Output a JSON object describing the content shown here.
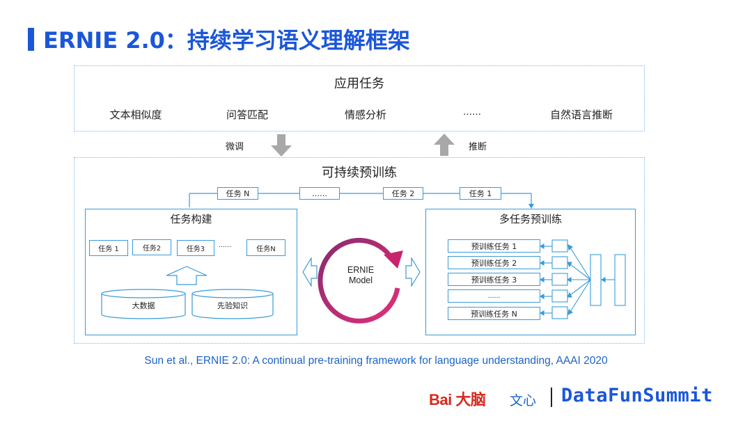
{
  "header": {
    "title": "ERNIE 2.0：持续学习语义理解框架"
  },
  "apps": {
    "title": "应用任务",
    "items": [
      "文本相似度",
      "问答匹配",
      "情感分析",
      "……",
      "自然语言推断"
    ]
  },
  "arrows": {
    "finetune": "微调",
    "infer": "推断"
  },
  "continual": {
    "title": "可持续预训练",
    "chain": [
      "任务 N",
      "……",
      "任务 2",
      "任务 1"
    ]
  },
  "task_build": {
    "title": "任务构建",
    "tasks": [
      "任务 1",
      "任务2",
      "任务3",
      "……",
      "任务N"
    ],
    "sources": [
      "大数据",
      "先验知识"
    ]
  },
  "model": {
    "line1": "ERNIE",
    "line2": "Model"
  },
  "multi_task": {
    "title": "多任务预训练",
    "tasks": [
      "预训练任务 1",
      "预训练任务 2",
      "预训练任务 3",
      "……",
      "预训练任务 N"
    ]
  },
  "citation": "Sun et al., ERNIE 2.0: A continual pre-training framework for language understanding, AAAI 2020",
  "footer": {
    "baidu_logo": "Bai 大脑",
    "wenxin": "文心",
    "summit": "DataFunSummit"
  },
  "colors": {
    "accent": "#1a56d9",
    "box_border": "#3a9ad9",
    "arrow_gray": "#a8a8a8",
    "cycle": "#c8246e"
  }
}
